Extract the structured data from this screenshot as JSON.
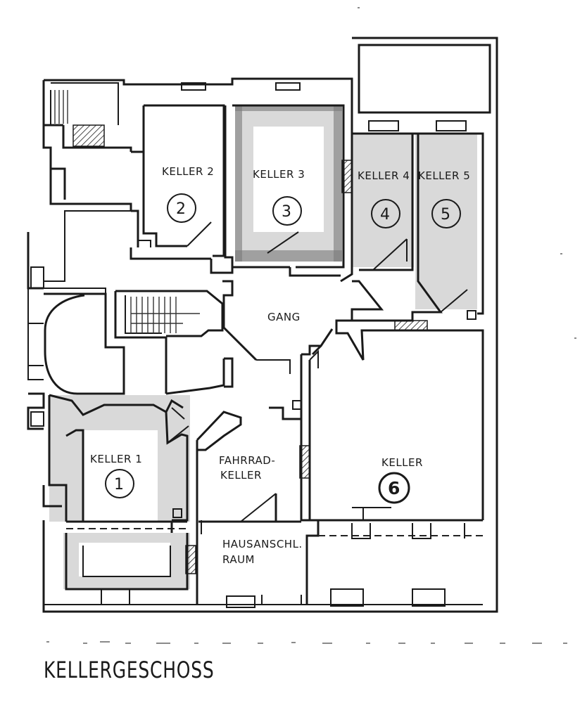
{
  "title": "KELLERGESCHOSS",
  "rooms": {
    "keller1": {
      "label": "KELLER 1",
      "number": "1"
    },
    "keller2": {
      "label": "KELLER 2",
      "number": "2"
    },
    "keller3": {
      "label": "KELLER 3",
      "number": "3"
    },
    "keller4": {
      "label": "KELLER 4",
      "number": "4"
    },
    "keller5": {
      "label": "KELLER 5",
      "number": "5"
    },
    "keller6": {
      "label": "KELLER",
      "number": "6"
    },
    "gang": {
      "label": "GANG"
    },
    "fahrrad": {
      "line1": "FAHRRAD-",
      "line2": "KELLER"
    },
    "hausanschluss": {
      "line1": "HAUSANSCHL.",
      "line2": "RAUM"
    }
  }
}
